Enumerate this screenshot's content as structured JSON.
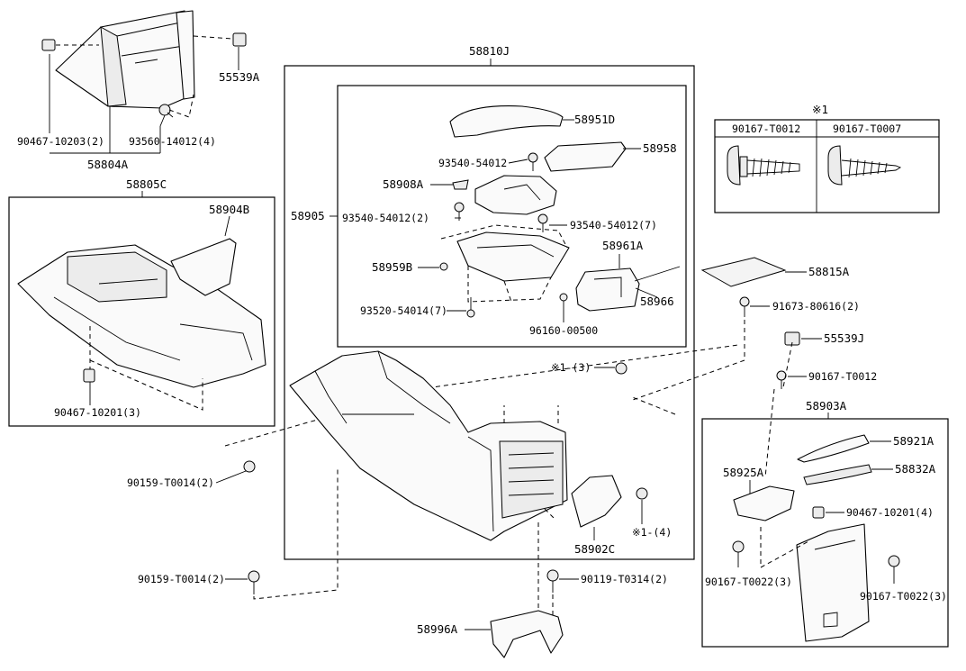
{
  "labels": {
    "p58810J": "58810J",
    "p55539A": "55539A",
    "p90467_10203": "90467-10203(2)",
    "p93560_14012": "93560-14012(4)",
    "p58804A": "58804A",
    "p58805C": "58805C",
    "p58904B": "58904B",
    "p90467_10201_3": "90467-10201(3)",
    "p58951D": "58951D",
    "p58958": "58958",
    "p93540_a": "93540-54012",
    "p58908A": "58908A",
    "p58905": "58905",
    "p93540_2": "93540-54012(2)",
    "p93540_7": "93540-54012(7)",
    "p58961A": "58961A",
    "p58959B": "58959B",
    "p58966": "58966",
    "p93520": "93520-54014(7)",
    "p96160": "96160-00500",
    "note1_3": "※1-(3)",
    "note1_4": "※1-(4)",
    "note1": "※1",
    "tbl_col1": "90167-T0012",
    "tbl_col2": "90167-T0007",
    "p58815A": "58815A",
    "p91673": "91673-80616(2)",
    "p55539J": "55539J",
    "p90167_T0012": "90167-T0012",
    "p58903A": "58903A",
    "p58921A": "58921A",
    "p58832A": "58832A",
    "p58925A": "58925A",
    "p90467_10201_4": "90467-10201(4)",
    "p90167_T0022_a": "90167-T0022(3)",
    "p90167_T0022_b": "90167-T0022(3)",
    "p90159_a": "90159-T0014(2)",
    "p90159_b": "90159-T0014(2)",
    "p58902C": "58902C",
    "p90119": "90119-T0314(2)",
    "p58996A": "58996A"
  }
}
